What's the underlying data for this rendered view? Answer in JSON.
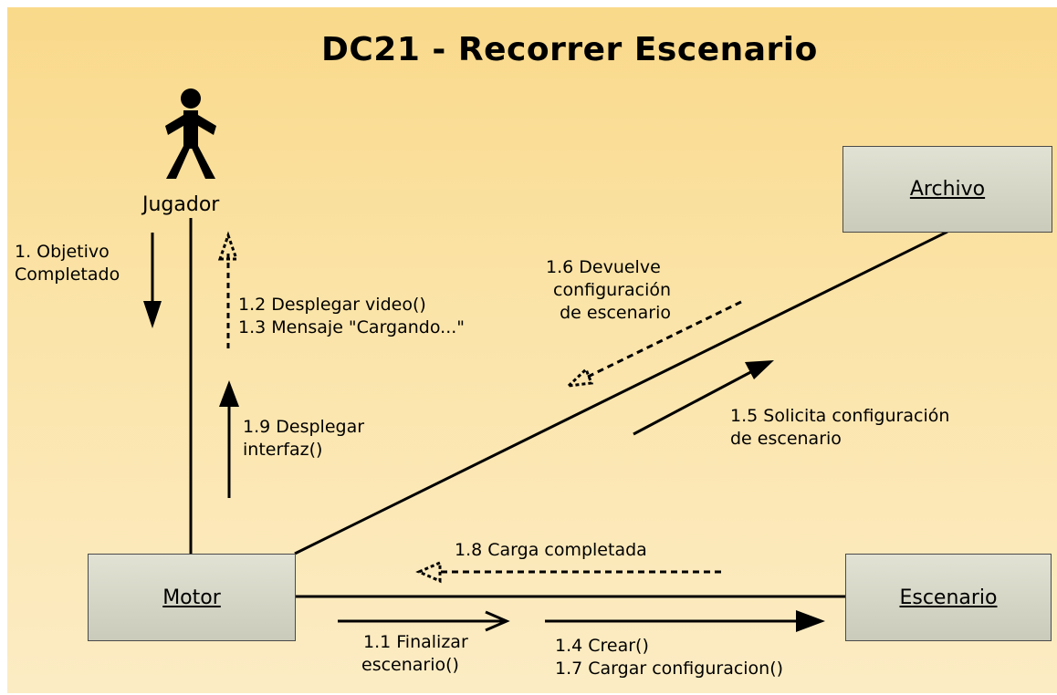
{
  "title": "DC21 - Recorrer Escenario",
  "actor": {
    "name": "Jugador",
    "icon": "stick-figure-icon"
  },
  "objects": {
    "motor": "Motor",
    "archivo": "Archivo",
    "escenario": "Escenario"
  },
  "messages": {
    "m1": [
      "1. Objetivo",
      "Completado"
    ],
    "m1_2_1_3": [
      "1.2 Desplegar video()",
      "1.3 Mensaje \"Cargando...\""
    ],
    "m1_9": [
      "1.9 Desplegar",
      "interfaz()"
    ],
    "m1_6": [
      "1.6 Devuelve",
      "configuración",
      "de escenario"
    ],
    "m1_5": [
      "1.5 Solicita configuración",
      "de escenario"
    ],
    "m1_8": [
      "1.8 Carga completada"
    ],
    "m1_1": [
      "1.1 Finalizar",
      "escenario()"
    ],
    "m1_4_1_7": [
      "1.4 Crear()",
      "1.7 Cargar configuracion()"
    ]
  },
  "colors": {
    "background_top": "#f9d98a",
    "background_bottom": "#fcecc4",
    "box_fill": "#d6d6c6",
    "line": "#000000"
  }
}
